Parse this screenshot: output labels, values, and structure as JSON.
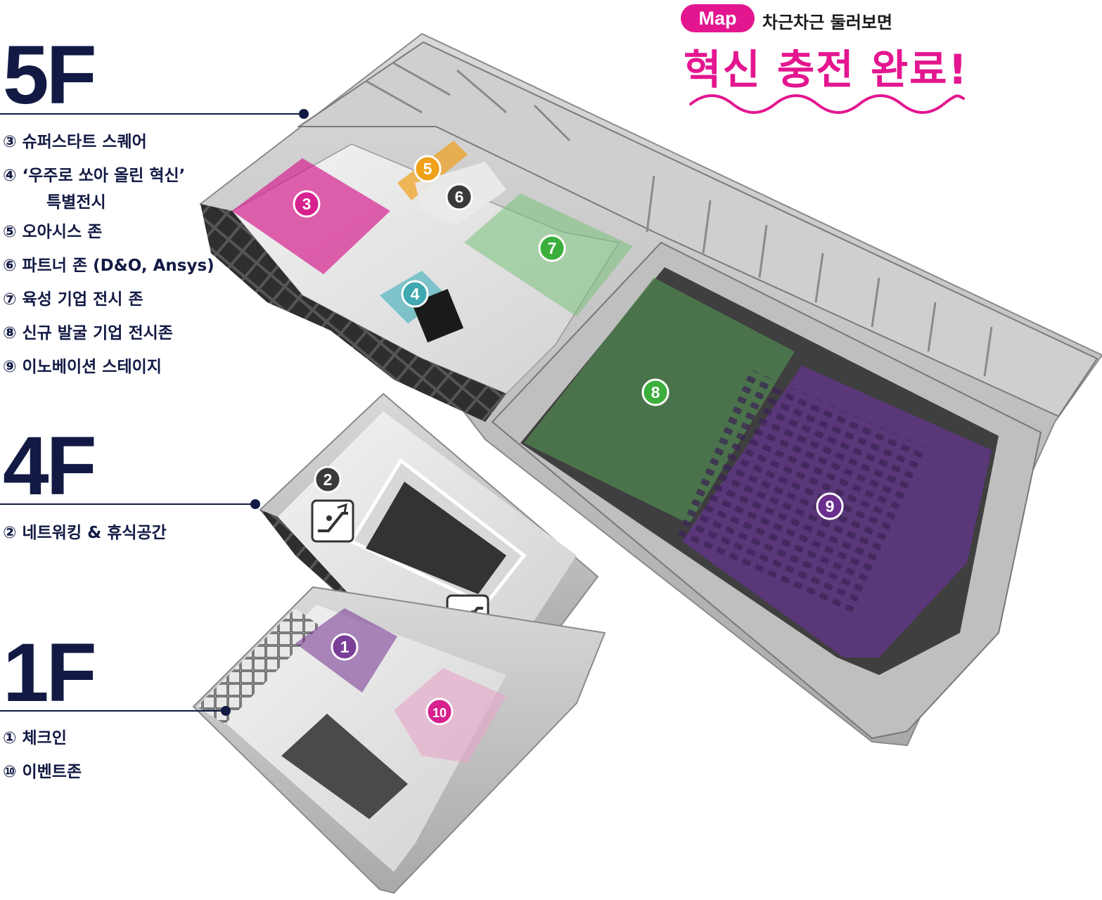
{
  "header": {
    "badge": "Map",
    "subtitle": "차근차근 둘러보면",
    "title": "혁신 충전 완료!"
  },
  "floors": [
    {
      "label": "5F",
      "items": [
        "③ 슈퍼스타트 스퀘어",
        "④ ‘우주로 쏘아 올린 혁신’",
        "특별전시",
        "⑤ 오아시스 존",
        "⑥ 파트너 존 (D&O, Ansys)",
        "⑦ 육성 기업 전시 존",
        "⑧ 신규 발굴 기업 전시존",
        "⑨ 이노베이션 스테이지"
      ]
    },
    {
      "label": "4F",
      "items": [
        "② 네트워킹 & 휴식공간"
      ]
    },
    {
      "label": "1F",
      "items": [
        "① 체크인",
        "⑩ 이벤트존"
      ]
    }
  ],
  "zones": [
    {
      "number": "1",
      "color": "#7b3f98"
    },
    {
      "number": "2",
      "color": "#3a3a3a"
    },
    {
      "number": "3",
      "color": "#d6218f"
    },
    {
      "number": "4",
      "color": "#3fa8b0"
    },
    {
      "number": "5",
      "color": "#f0a019"
    },
    {
      "number": "6",
      "color": "#3a3a3a"
    },
    {
      "number": "7",
      "color": "#3cae3c"
    },
    {
      "number": "8",
      "color": "#3cae3c"
    },
    {
      "number": "9",
      "color": "#6a2e8e"
    },
    {
      "number": "10",
      "color": "#d6218f"
    }
  ],
  "colors": {
    "navy": "#121a44",
    "magenta": "#e3168f",
    "building": "#b9b9b9"
  },
  "icons": [
    "escalator-up-icon",
    "escalator-down-icon"
  ]
}
